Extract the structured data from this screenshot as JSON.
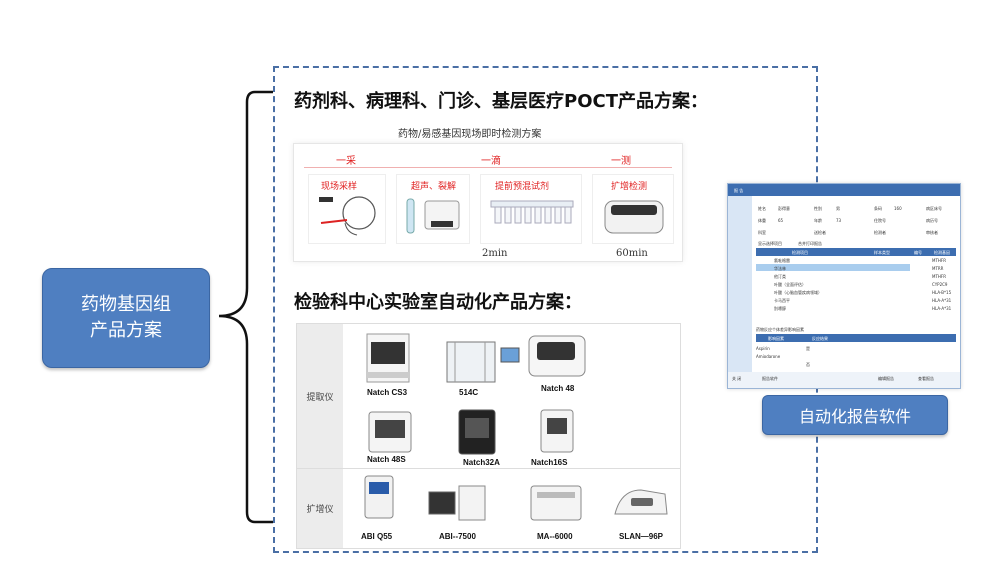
{
  "root": {
    "line1": "药物基因组",
    "line2": "产品方案"
  },
  "poct": {
    "heading": "药剂科、病理科、门诊、基层医疗POCT产品方案：",
    "subtitle": "药物/易感基因现场即时检测方案",
    "steps": [
      "一采",
      "一滴",
      "一测"
    ],
    "substeps": [
      "现场采样",
      "超声、裂解",
      "提前预混试剂",
      "扩增检测"
    ],
    "times": [
      "2min",
      "60min"
    ]
  },
  "lab": {
    "heading": "检验科中心实验室自动化产品方案：",
    "rows": [
      {
        "label": "提取仪",
        "devices": [
          "Natch CS3",
          "514C",
          "Natch 48",
          "Natch 48S",
          "Natch32A",
          "Natch16S"
        ]
      },
      {
        "label": "扩增仪",
        "devices": [
          "ABI Q55",
          "ABI--7500",
          "MA--6000",
          "SLAN—96P"
        ]
      }
    ]
  },
  "software": {
    "label": "自动化报告软件",
    "title": "报 告",
    "fields": [
      "姓名",
      "彭得意",
      "性别",
      "男",
      "条码",
      "160",
      "病区床号",
      "体重",
      "65",
      "年龄",
      "73",
      "住院号",
      "病历号",
      "科室",
      "送检者",
      "检测者",
      "审核者"
    ],
    "checks": [
      "显示选择项目",
      "合并打印报告"
    ],
    "table_header": [
      "检测项目",
      "样本类型",
      "编号",
      "检测基因"
    ],
    "table_rows": [
      "氯吡格雷",
      "华法林",
      "他汀类",
      "叶酸（全面评估）",
      "叶酸（心脑血管疾病领域）",
      "卡马西平",
      "别嘌醇"
    ],
    "genes": [
      "MTHFR",
      "MTRR",
      "MTHFR",
      "CYP2C9",
      "HLA-B*15",
      "HLA-A*31",
      "HLA-A*31"
    ],
    "drug_title": "药物反应个体差异影响因素",
    "drug_header": [
      "影响因素",
      "反应结果"
    ],
    "drugs": [
      "Aspirin",
      "Amiodarone"
    ],
    "yes": "是",
    "no": "否",
    "buttons": [
      "关 闭",
      "报告软件",
      "编辑报告",
      "查看报告"
    ]
  }
}
